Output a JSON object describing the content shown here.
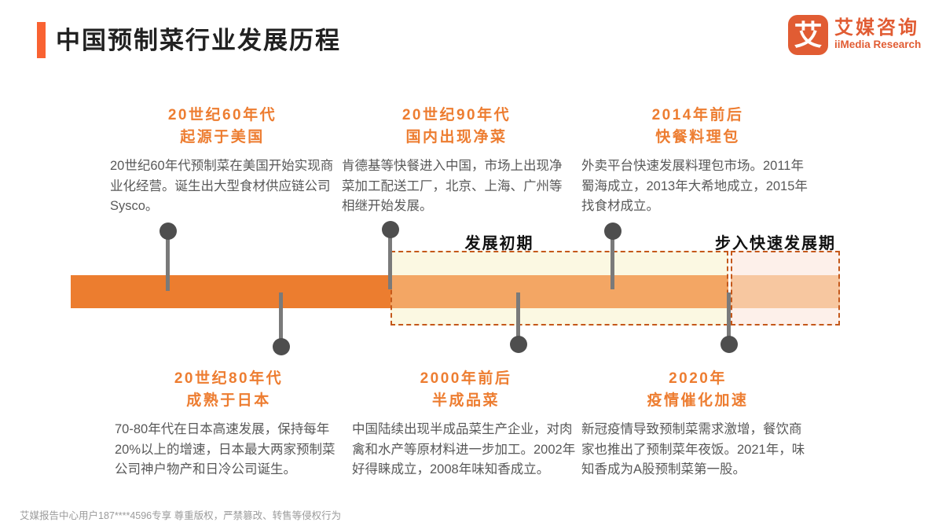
{
  "header": {
    "title": "中国预制菜行业发展历程",
    "logo": {
      "glyph": "艾",
      "name_cn": "艾媒咨询",
      "name_en": "iiMedia Research"
    }
  },
  "timeline": {
    "phase1_label": "发展初期",
    "phase2_label": "步入快速发展期"
  },
  "milestones": [
    {
      "position": "top",
      "title_line1": "20世纪60年代",
      "title_line2": "起源于美国",
      "body": "20世纪60年代预制菜在美国开始实现商业化经营。诞生出大型食材供应链公司Sysco。"
    },
    {
      "position": "top",
      "title_line1": "20世纪90年代",
      "title_line2": "国内出现净菜",
      "body": "肯德基等快餐进入中国，市场上出现净菜加工配送工厂，北京、上海、广州等相继开始发展。"
    },
    {
      "position": "top",
      "title_line1": "2014年前后",
      "title_line2": "快餐料理包",
      "body": "外卖平台快速发展料理包市场。2011年蜀海成立，2013年大希地成立，2015年找食材成立。"
    },
    {
      "position": "bottom",
      "title_line1": "20世纪80年代",
      "title_line2": "成熟于日本",
      "body": "70-80年代在日本高速发展，保持每年20%以上的增速，日本最大两家预制菜公司神户物产和日冷公司诞生。"
    },
    {
      "position": "bottom",
      "title_line1": "2000年前后",
      "title_line2": "半成品菜",
      "body": "中国陆续出现半成品菜生产企业，对肉禽和水产等原材料进一步加工。2002年好得睐成立，2008年味知香成立。"
    },
    {
      "position": "bottom",
      "title_line1": "2020年",
      "title_line2": "疫情催化加速",
      "body": "新冠疫情导致预制菜需求激增，餐饮商家也推出了预制菜年夜饭。2021年，味知香成为A股预制菜第一股。"
    }
  ],
  "footer": {
    "text": "艾媒报告中心用户187****4596专享 尊重版权，严禁篡改、转售等侵权行为"
  },
  "colors": {
    "accent": "#F96232",
    "bar_solid": "#EC7D2F",
    "bar_phase1": "#F3A664",
    "bar_phase2": "#F7C7A0",
    "box1_bg": "#FBF8E2",
    "box2_bg": "#FDF0EA",
    "dashed_border": "#C4581A",
    "milestone_title": "#ED7D31",
    "body_text": "#595959",
    "dot": "#4E4E4E",
    "logo_orange": "#E15C33"
  }
}
